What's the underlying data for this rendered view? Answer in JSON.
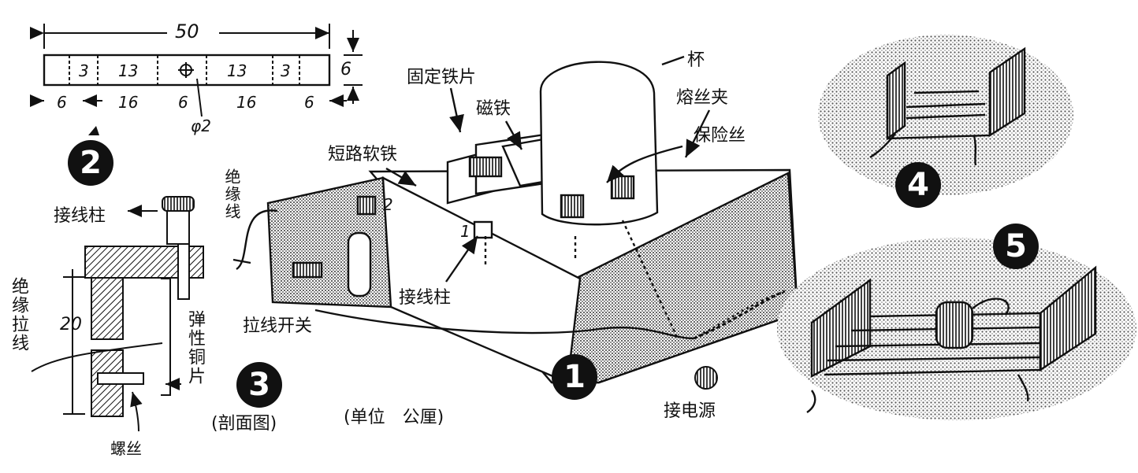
{
  "labels": {
    "cup": "杯",
    "fixed_iron_plate": "固定铁片",
    "magnet": "磁铁",
    "fuse_clip": "熔丝夹",
    "fuse": "保险丝",
    "short_circuit_soft_iron": "短路软铁",
    "insulated_wire": "绝缘线",
    "binding_post_top": "接线柱",
    "binding_post_base": "接线柱",
    "pull_switch": "拉线开关",
    "to_power": "接电源",
    "insulated_pull_line": "绝缘拉线",
    "elastic_copper_plate": "弹性铜片",
    "screw": "螺丝",
    "section_view": "(剖面图)",
    "unit": "(单位　公厘)"
  },
  "callouts": {
    "c1": "1",
    "c2": "2"
  },
  "figure_numbers": [
    "1",
    "2",
    "3",
    "4",
    "5"
  ],
  "dimensions": {
    "total": "50",
    "seg_3a": "3",
    "seg_13a": "13",
    "seg_13b": "13",
    "seg_3b": "3",
    "height": "6",
    "bot_6a": "6",
    "bot_16a": "16",
    "bot_6b": "6",
    "bot_16b": "16",
    "bot_6c": "6",
    "hole": "φ2",
    "side_20": "20"
  },
  "colors": {
    "ink": "#111111",
    "paper": "#ffffff",
    "stipple": "#9a9a9a"
  }
}
